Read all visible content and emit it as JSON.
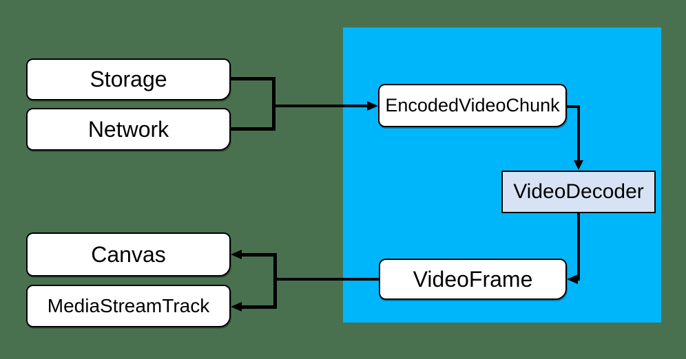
{
  "diagram": {
    "colors": {
      "page_background": "#497150",
      "webcodecs_region": "#00b6fb",
      "node_fill": "#ffffff",
      "decoder_node_fill": "#d7e3f4",
      "line": "#000000"
    },
    "nodes": {
      "storage": "Storage",
      "network": "Network",
      "canvas": "Canvas",
      "media_stream_track": "MediaStreamTrack",
      "encoded_video_chunk": "EncodedVideoChunk",
      "video_decoder": "VideoDecoder",
      "video_frame": "VideoFrame"
    }
  }
}
